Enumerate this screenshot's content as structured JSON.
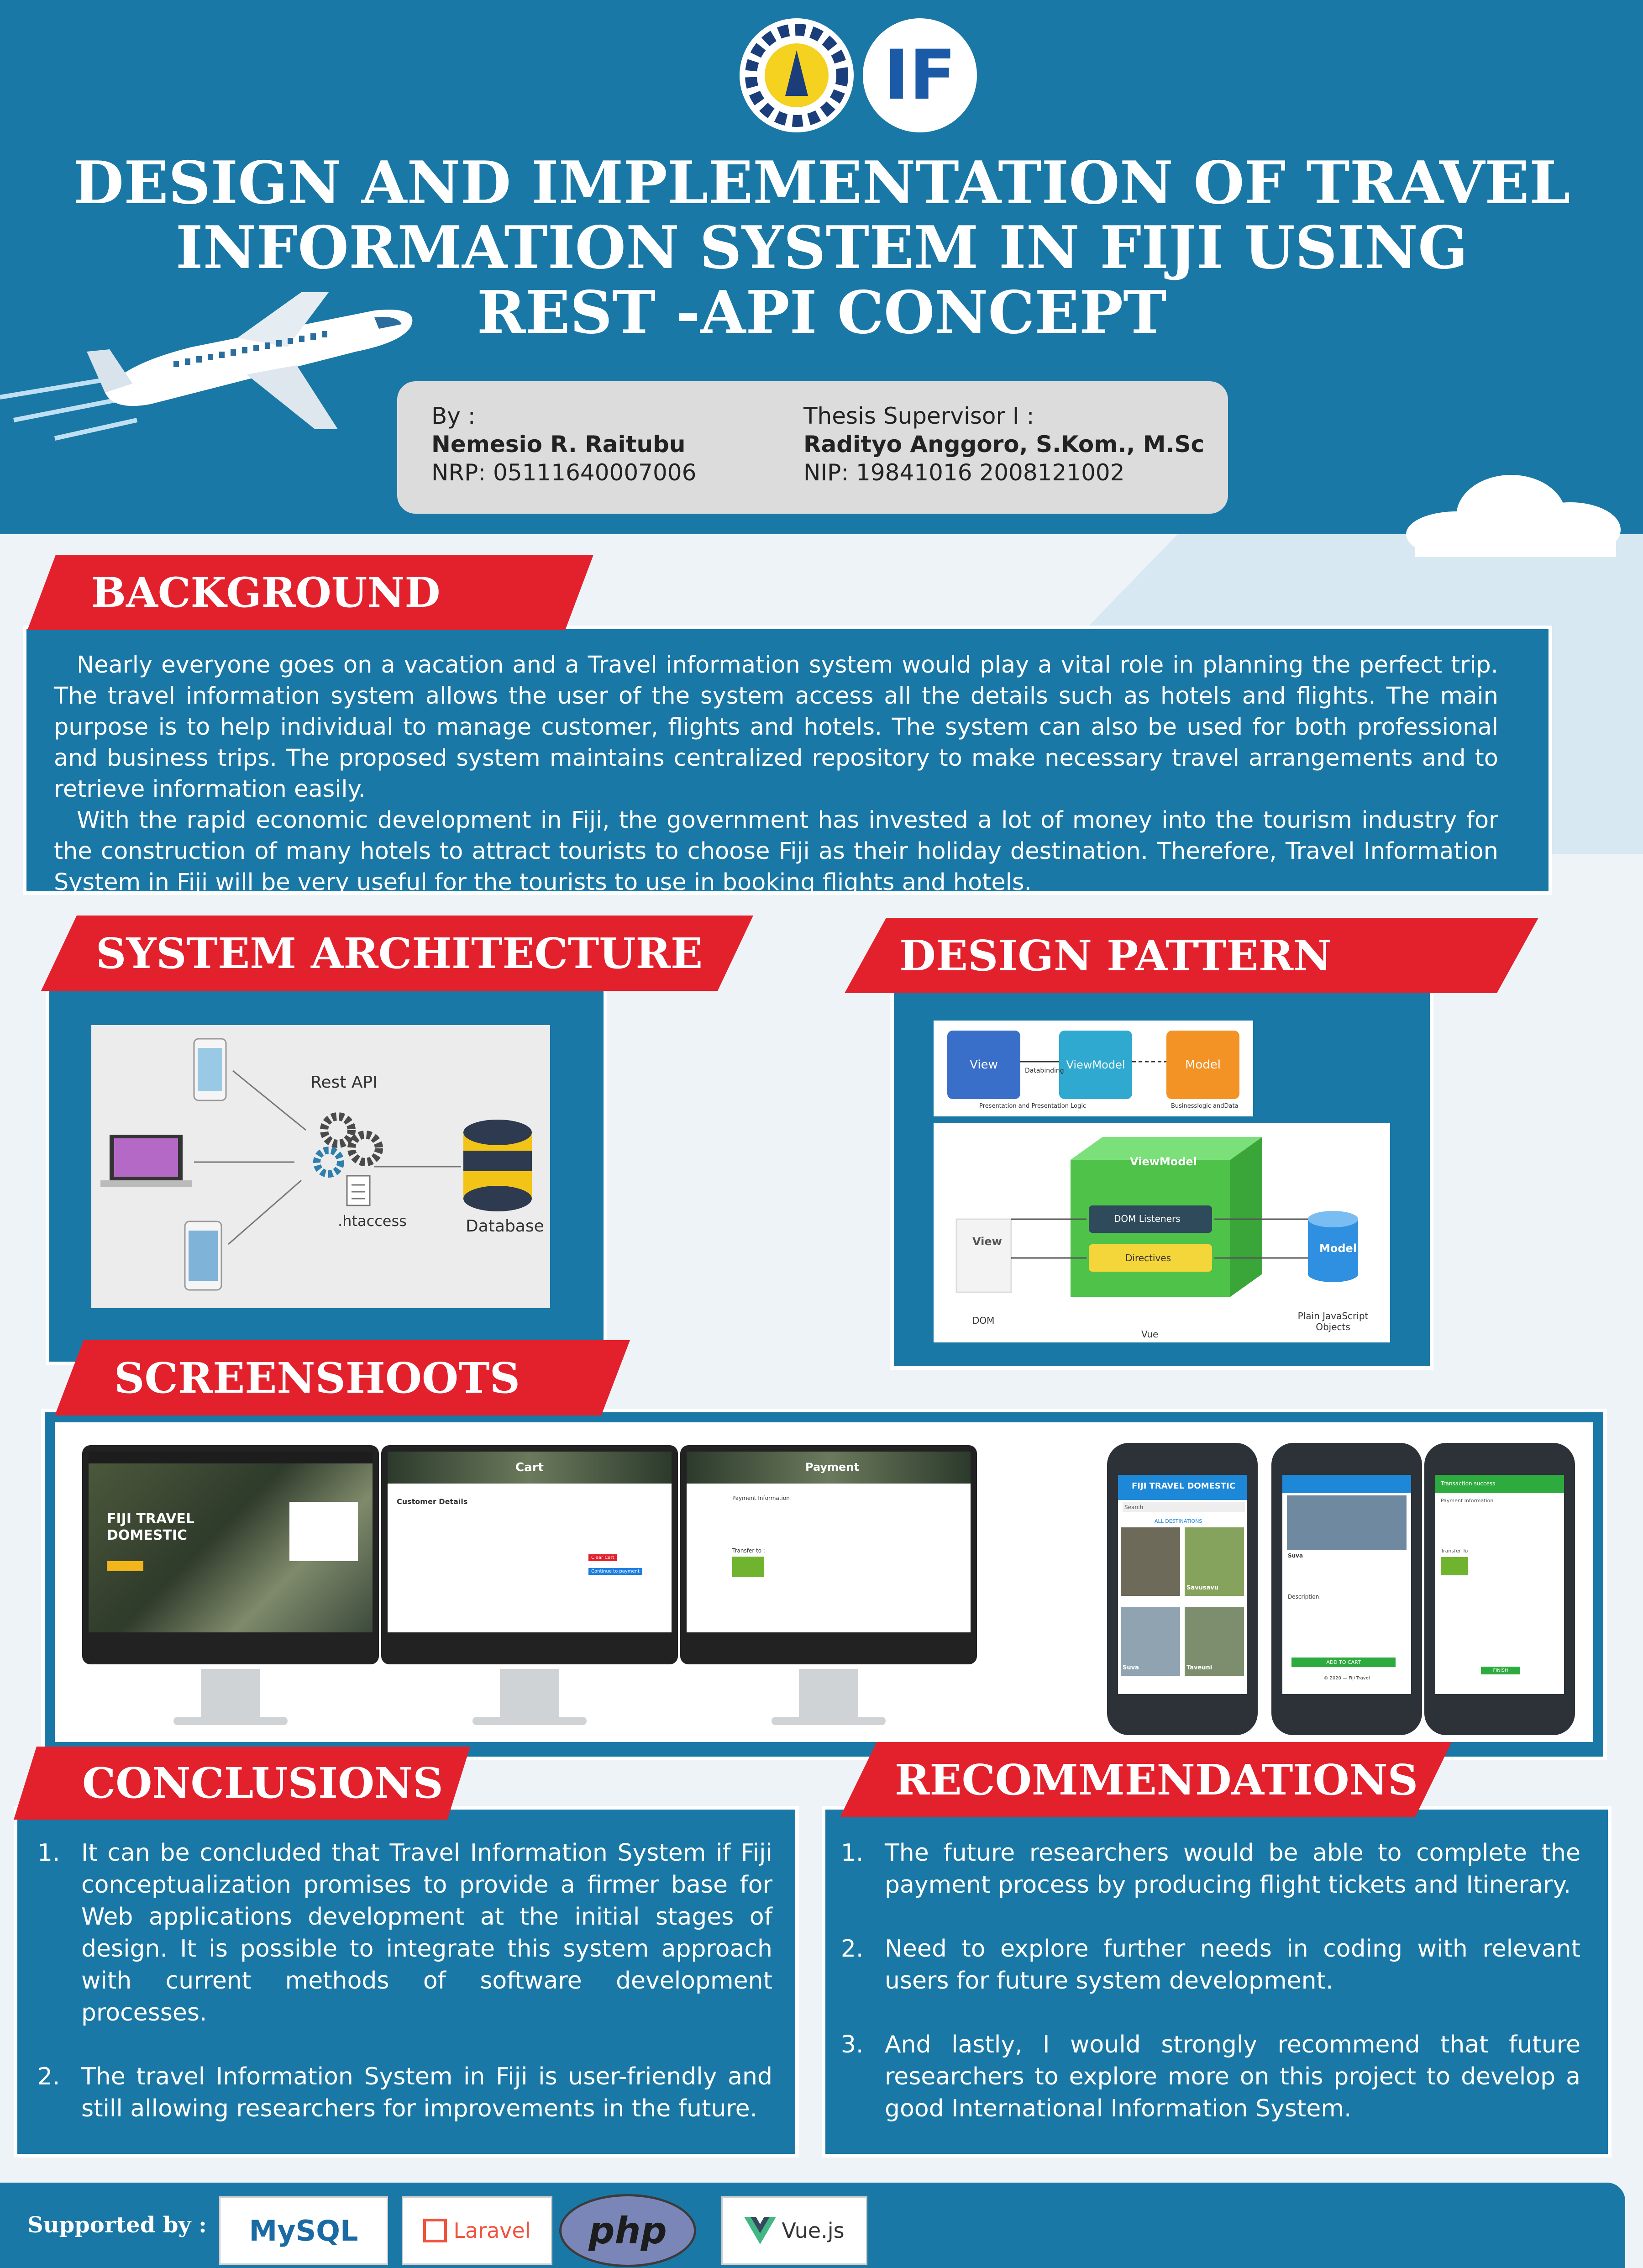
{
  "header": {
    "title_line1": "DESIGN AND IMPLEMENTATION OF TRAVEL",
    "title_line2": "INFORMATION SYSTEM IN FIJI USING",
    "title_line3": "REST -API CONCEPT",
    "logo_text": "IF",
    "author_label": "By :",
    "author_name": "Nemesio R. Raitubu",
    "author_id": "NRP: 05111640007006",
    "supervisor_label": "Thesis Supervisor I :",
    "supervisor_name": "Radityo Anggoro, S.Kom., M.Sc",
    "supervisor_id": "NIP: 19841016 2008121002"
  },
  "background": {
    "heading": "BACKGROUND",
    "p1": "Nearly everyone goes on a vacation and a Travel information system would play a vital role in planning the perfect trip. The travel information system allows the user of the system access all the details such as hotels and flights. The main purpose is to help individual to manage customer, flights and hotels. The system can also be used for both professional and business trips. The proposed system maintains centralized repository to make necessary travel arrangements and to retrieve information easily.",
    "p2": "With the rapid economic development in Fiji, the government has invested a lot of money into the tourism industry for the construction of many hotels to attract tourists to choose Fiji as their holiday destination. Therefore, Travel Information System in Fiji will be very useful for the tourists to use in booking flights and hotels."
  },
  "architecture": {
    "heading": "SYSTEM ARCHITECTURE",
    "rest_api": "Rest API",
    "htaccess": ".htaccess",
    "database": "Database"
  },
  "design": {
    "heading": "DESIGN PATTERN",
    "view": "View",
    "viewmodel": "ViewModel",
    "model": "Model",
    "databinding": "Databinding",
    "pres_logic": "Presentation and Presentation Logic",
    "biz_logic": "Businesslogic andData",
    "dom_listeners": "DOM Listeners",
    "directives": "Directives",
    "dom": "DOM",
    "vue": "Vue",
    "plain_js": "Plain JavaScript",
    "objects": "Objects"
  },
  "screenshots": {
    "heading": "SCREENSHOOTS",
    "web1_title": "FIJI TRAVEL",
    "web1_title2": "DOMESTIC",
    "web2_title": "Cart",
    "web2_section": "Customer Details",
    "web2_btn1": "Clear Cart",
    "web2_btn2": "Continue to payment",
    "web3_title": "Payment",
    "web3_section": "Payment Information",
    "web3_transfer": "Transfer to :",
    "phone1_title": "FIJI TRAVEL DOMESTIC",
    "phone1_search": "Search",
    "phone1_caption": "ALL DESTINATIONS",
    "phone1_t1": "Savusavu",
    "phone1_t2": "Suva",
    "phone1_t3": "Taveuni",
    "phone2_place": "Suva",
    "phone2_desc": "Description:",
    "phone2_btn": "ADD TO CART",
    "phone2_footer": "© 2020 — Fiji Travel",
    "phone3_title": "Transaction success",
    "phone3_section": "Payment Information",
    "phone3_transfer": "Transfer To",
    "phone3_btn": "FINISH"
  },
  "conclusions": {
    "heading": "CONCLUSIONS",
    "items": [
      "It can be concluded that Travel Information System if Fiji conceptualization promises to provide a firmer base for Web applications development at the initial stages of design. It is possible to integrate this system approach with current methods of software development processes.",
      "The travel Information System in Fiji is user-friendly and still allowing researchers for improvements in the future."
    ]
  },
  "recommendations": {
    "heading": "RECOMMENDATIONS",
    "items": [
      "The future researchers would be able to complete the payment process by producing flight tickets and Itinerary.",
      "Need to explore further needs in coding with relevant users for future system development.",
      "And lastly, I would strongly recommend that future researchers to explore more on this project to develop a good International Information System."
    ]
  },
  "footer": {
    "label": "Supported by :",
    "mysql": "MySQL",
    "laravel": "Laravel",
    "php": "php",
    "vue": "Vue.js"
  },
  "colors": {
    "primary_blue": "#1a78a6",
    "accent_red": "#e3212d"
  }
}
